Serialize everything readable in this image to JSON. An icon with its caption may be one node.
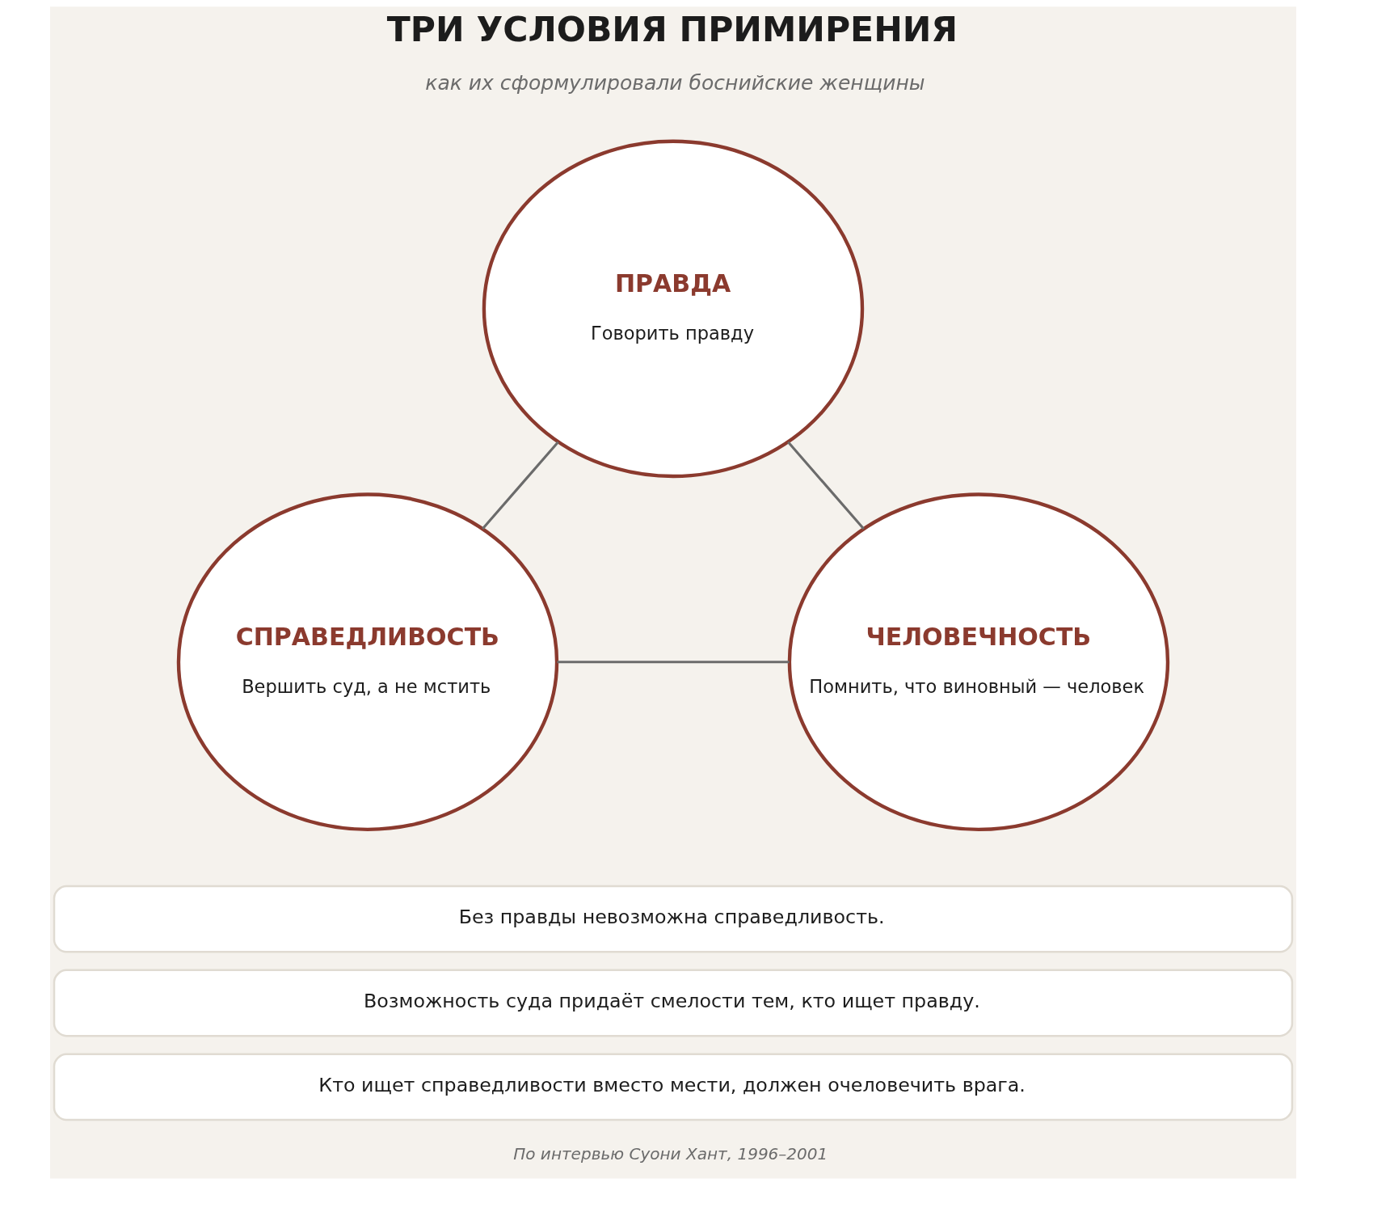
{
  "diagram": {
    "title": "ТРИ УСЛОВИЯ ПРИМИРЕНИЯ",
    "nodes": [
      {
        "text": [
          "ПРАВДА",
          "Говорить правду"
        ]
      },
      {
        "text": [
          "СПРАВЕДЛИВОСТЬ",
          "Вершить суд, а не мстить"
        ]
      },
      {
        "text": [
          "ЧЕЛОВЕЧНОСТЬ",
          "Помнить, что виновный — человек"
        ]
      },
      {
        "text": [
          "Без правды невозможна справедливость."
        ]
      },
      {
        "text": [
          "Возможность суда придаёт смелости тем, кто ищет правду."
        ]
      },
      {
        "text": [
          "Кто ищет справедливости вместо мести, должен очеловечить врага."
        ]
      }
    ],
    "edges": [
      {
        "from": 0,
        "to": 1,
        "arrow": "none"
      },
      {
        "from": 0,
        "to": 2,
        "arrow": "none"
      },
      {
        "from": 1,
        "to": 2,
        "arrow": "none"
      }
    ],
    "labels": [
      "как их сформулировали боснийские женщины",
      "По интервью Суони Хант, 1996–2001"
    ]
  }
}
